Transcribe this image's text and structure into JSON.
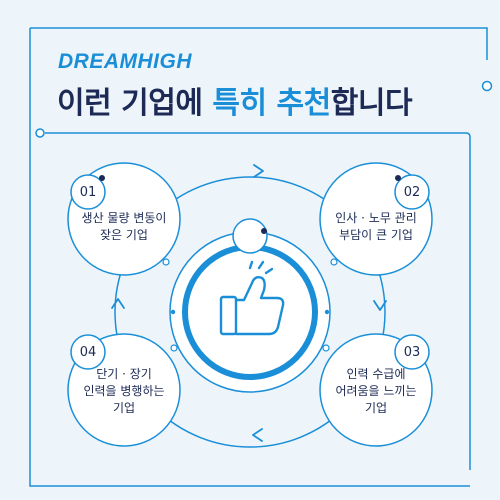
{
  "brand": "DREAMHIGH",
  "headline": {
    "part1": "이런 기업에 ",
    "highlight1": "특히",
    "space": " ",
    "highlight2": "추천",
    "part2": "합니다"
  },
  "items": [
    {
      "number": "01",
      "lines": [
        "생산 물량 변동이",
        "잦은 기업"
      ]
    },
    {
      "number": "02",
      "lines": [
        "인사 · 노무 관리",
        "부담이 큰 기업"
      ]
    },
    {
      "number": "03",
      "lines": [
        "인력 수급에",
        "어려움을 느끼는",
        "기업"
      ]
    },
    {
      "number": "04",
      "lines": [
        "단기 · 장기",
        "인력을 병행하는",
        "기업"
      ]
    }
  ],
  "center_icon": "thumbs-up-icon",
  "colors": {
    "accent": "#1a8fd8",
    "navy": "#1d2a55",
    "background": "#eef5fa",
    "circle_fill": "#ffffff"
  }
}
